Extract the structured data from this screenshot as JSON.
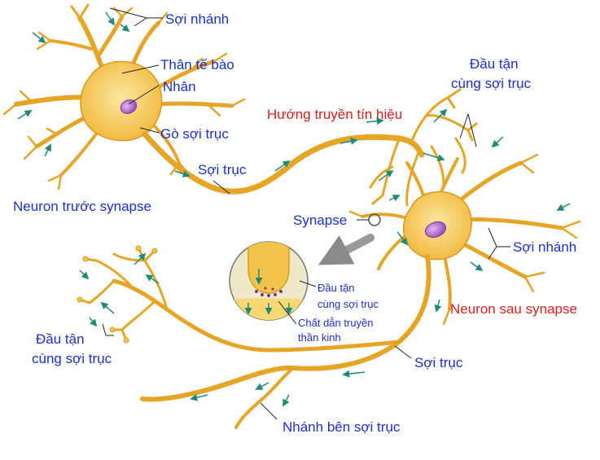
{
  "colors": {
    "neuron_fill": "#f4c34a",
    "neuron_stroke": "#d99a1c",
    "nucleus": "#b76ad0",
    "label_blue": "#1a2fd6",
    "label_red": "#e21b1b",
    "arrow_teal": "#1e8a7a",
    "leader": "#222222",
    "inset_bg": "#efe8c8",
    "vesicle": "#6a3a94"
  },
  "labels": {
    "dendrites_top": "Sợi nhánh",
    "cell_body": "Thân tế bào",
    "nucleus": "Nhân",
    "axon_hillock": "Gò sợi trục",
    "axon_top": "Sợi trục",
    "presynaptic_neuron": "Neuron trước synapse",
    "signal_direction": "Hướng truyền tín hiệu",
    "axon_terminal_top_line1": "Đầu tận",
    "axon_terminal_top_line2": "cùng sợi trục",
    "synapse": "Synapse",
    "dendrites_right": "Sợi nhánh",
    "inset_terminal_line1": "Đầu tận",
    "inset_terminal_line2": "cùng sợi trục",
    "inset_transmitter_line1": "Chất dẫn truyền",
    "inset_transmitter_line2": "thần kinh",
    "postsynaptic_neuron": "Neuron sau synapse",
    "axon_terminal_left_line1": "Đầu tận",
    "axon_terminal_left_line2": "cùng sợi trục",
    "axon_bottom": "Sợi trục",
    "axon_collateral": "Nhánh bên sợi trục"
  },
  "icons": {
    "flow_arrow": "teal-flow-arrow-icon",
    "magnify_arrow": "gray-curved-arrow-icon"
  }
}
